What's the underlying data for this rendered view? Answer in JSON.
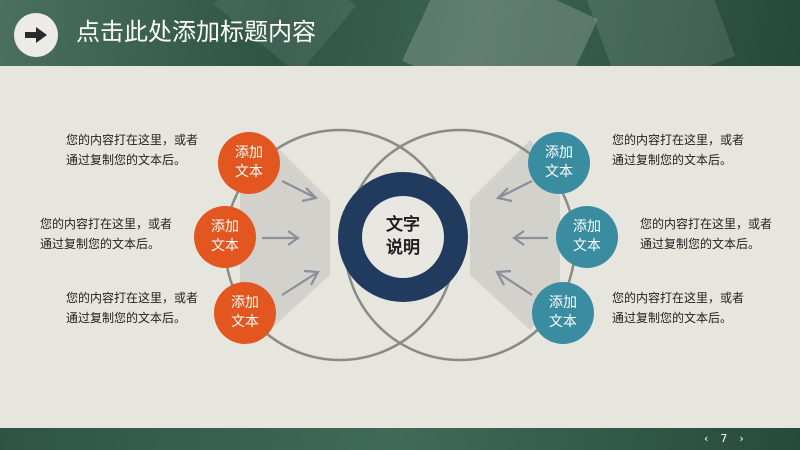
{
  "header": {
    "title": "点击此处添加标题内容",
    "icon": "arrow-right-icon"
  },
  "center": {
    "label": "文字说明"
  },
  "left_items": [
    {
      "circle_label": "添加文本",
      "desc": "您的内容打在这里，或者通过复制您的文本后。"
    },
    {
      "circle_label": "添加文本",
      "desc": "您的内容打在这里，或者通过复制您的文本后。"
    },
    {
      "circle_label": "添加文本",
      "desc": "您的内容打在这里，或者通过复制您的文本后。"
    }
  ],
  "right_items": [
    {
      "circle_label": "添加文本",
      "desc": "您的内容打在这里，或者通过复制您的文本后。"
    },
    {
      "circle_label": "添加文本",
      "desc": "您的内容打在这里，或者通过复制您的文本后。"
    },
    {
      "circle_label": "添加文本",
      "desc": "您的内容打在这里，或者通过复制您的文本后。"
    }
  ],
  "footer": {
    "page_number": "7",
    "prev_icon": "chevron-left-icon",
    "next_icon": "chevron-right-icon"
  },
  "colors": {
    "orange": "#e3561f",
    "teal": "#3a8ca1",
    "navy": "#203b5e",
    "header_green": "#2f5446"
  }
}
